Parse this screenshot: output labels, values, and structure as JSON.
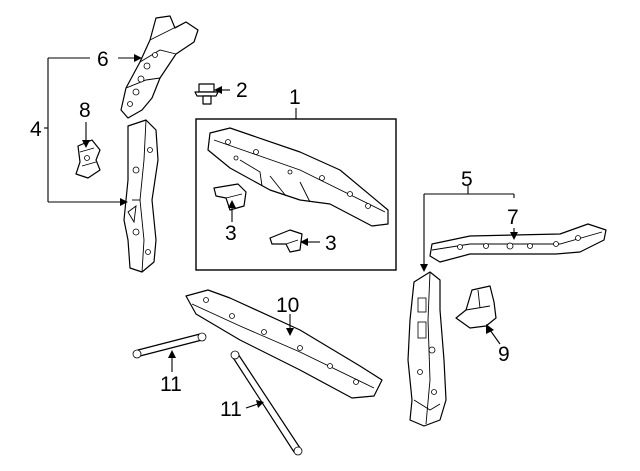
{
  "callouts": {
    "c1": "1",
    "c2": "2",
    "c3a": "3",
    "c3b": "3",
    "c4": "4",
    "c5": "5",
    "c6": "6",
    "c7": "7",
    "c8": "8",
    "c9": "9",
    "c10": "10",
    "c11a": "11",
    "c11b": "11"
  }
}
